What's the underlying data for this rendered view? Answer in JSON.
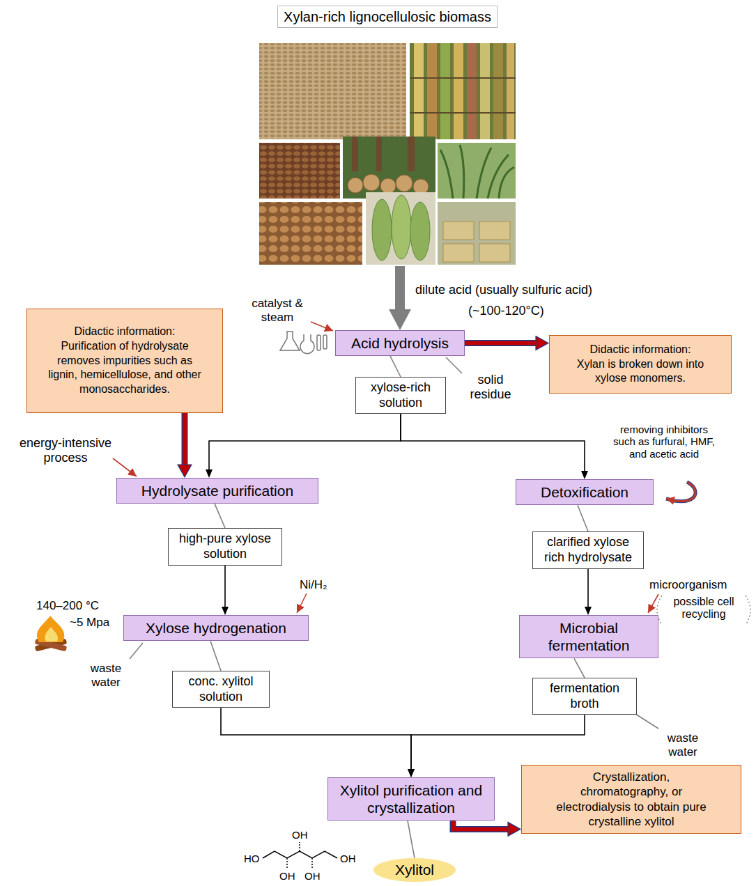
{
  "diagram": {
    "nodes": [
      {
        "text": [
          "Xylan-rich lignocellulosic biomass"
        ]
      },
      {
        "text": [
          "Acid hydrolysis"
        ]
      },
      {
        "text": [
          "Didactic information:",
          "Xylan is broken down into xylose monomers."
        ]
      },
      {
        "text": [
          "Didactic information:",
          "Purification of hydrolysate removes impurities such as lignin, hemicellulose, and other monosaccharides."
        ]
      },
      {
        "text": [
          "xylose-rich solution"
        ]
      },
      {
        "text": [
          "Hydrolysate purification"
        ]
      },
      {
        "text": [
          "Detoxification"
        ]
      },
      {
        "text": [
          "high-pure xylose solution"
        ]
      },
      {
        "text": [
          "clarified xylose rich hydrolysate"
        ]
      },
      {
        "text": [
          "Xylose hydrogenation"
        ]
      },
      {
        "text": [
          "Microbial fermentation"
        ]
      },
      {
        "text": [
          "conc. xylitol solution"
        ]
      },
      {
        "text": [
          "fermentation broth"
        ]
      },
      {
        "text": [
          "Xylitol purification and crystallization"
        ]
      },
      {
        "text": [
          "Crystallization, chromatography, or electrodialysis to obtain pure crystalline xylitol"
        ]
      },
      {
        "text": [
          "Xylitol"
        ]
      }
    ],
    "edges": [
      {
        "from": 0,
        "to": 1,
        "arrow": "to"
      },
      {
        "from": 1,
        "to": 2,
        "arrow": "to"
      },
      {
        "from": 1,
        "to": 4,
        "arrow": "none"
      },
      {
        "from": 3,
        "to": 5,
        "arrow": "to"
      },
      {
        "from": 4,
        "to": 5,
        "arrow": "to"
      },
      {
        "from": 4,
        "to": 6,
        "arrow": "to"
      },
      {
        "from": 5,
        "to": 7,
        "arrow": "none"
      },
      {
        "from": 6,
        "to": 8,
        "arrow": "none"
      },
      {
        "from": 7,
        "to": 9,
        "arrow": "to"
      },
      {
        "from": 8,
        "to": 10,
        "arrow": "to"
      },
      {
        "from": 9,
        "to": 11,
        "arrow": "none"
      },
      {
        "from": 10,
        "to": 12,
        "arrow": "none"
      },
      {
        "from": 11,
        "to": 13,
        "arrow": "to"
      },
      {
        "from": 12,
        "to": 13,
        "arrow": "to"
      },
      {
        "from": 13,
        "to": 14,
        "arrow": "to"
      },
      {
        "from": 13,
        "to": 15,
        "arrow": "none"
      }
    ],
    "labels": [
      "dilute acid (usually sulfuric acid)",
      "(~100-120°C)",
      "catalyst & steam",
      "solid residue",
      "energy-intensive process",
      "removing inhibitors such as furfural, HMF, and acetic acid",
      "Ni/H₂",
      "140–200 °C",
      "~5 Mpa",
      "waste water",
      "microorganism",
      "possible cell recycling",
      "waste water",
      "HO",
      "OH",
      "OH",
      "OH",
      "OH"
    ]
  }
}
